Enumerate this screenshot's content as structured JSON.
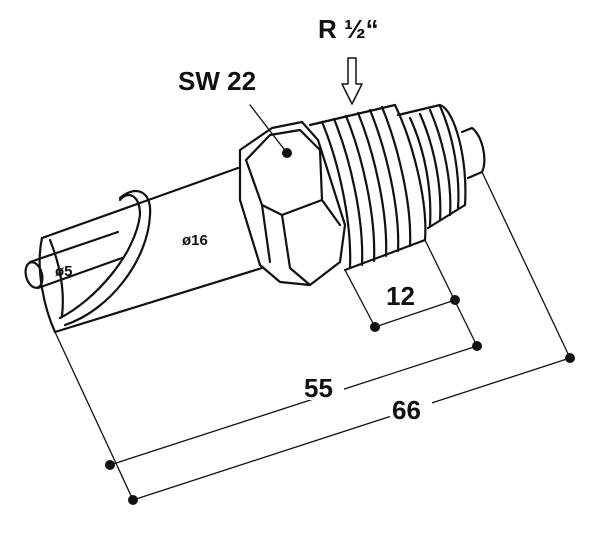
{
  "labels": {
    "thread": "R ½“",
    "wrench_size": "SW 22",
    "pin_diameter": "ø5",
    "body_diameter": "ø16",
    "thread_length": "12",
    "length_short": "55",
    "length_total": "66"
  }
}
